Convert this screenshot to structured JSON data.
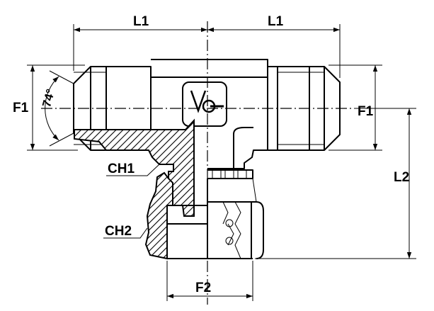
{
  "labels": {
    "l1_left": "L1",
    "l1_right": "L1",
    "f1_left": "F1",
    "f1_right": "F1",
    "l2": "L2",
    "f2": "F2",
    "ch1": "CH1",
    "ch2": "CH2",
    "angle": "74°"
  },
  "logo_text": "VG",
  "colors": {
    "line": "#000000",
    "background": "#ffffff"
  }
}
